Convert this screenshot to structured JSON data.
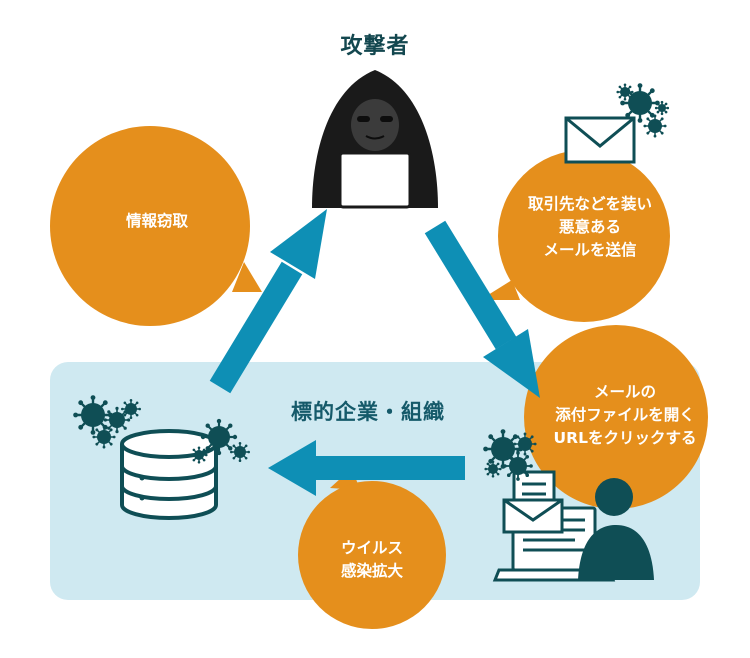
{
  "title": "攻撃者",
  "organization_label": "標的企業・組織",
  "bubbles": {
    "info_theft": [
      "情報窃取"
    ],
    "malicious_mail": [
      "取引先などを装い",
      "悪意ある",
      "メールを送信"
    ],
    "open_attachment": [
      "メールの",
      "添付ファイルを開く",
      "URLをクリックする"
    ],
    "virus_spread": [
      "ウイルス",
      "感染拡大"
    ]
  },
  "colors": {
    "bubble": "#e58f1c",
    "arrow": "#0e8fb5",
    "org_box": "#cfe9f1",
    "dark_teal": "#0f4e55",
    "hacker": "#1a1a1a"
  },
  "icons": [
    "hacker-icon",
    "envelope-icon",
    "virus-icon",
    "database-icon",
    "laptop-icon",
    "user-icon"
  ]
}
